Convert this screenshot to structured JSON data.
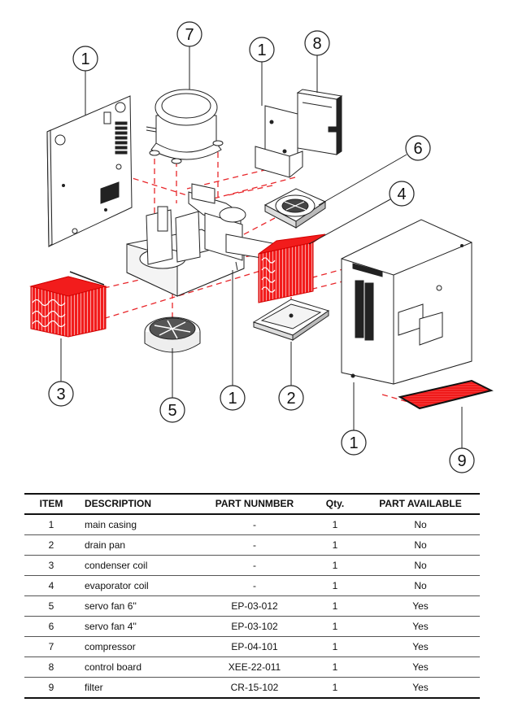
{
  "callouts": {
    "c1a": "1",
    "c7": "7",
    "c1b": "1",
    "c8": "8",
    "c6": "6",
    "c4": "4",
    "c3": "3",
    "c5": "5",
    "c1c": "1",
    "c2": "2",
    "c1d": "1",
    "c9": "9"
  },
  "table": {
    "headers": [
      "ITEM",
      "DESCRIPTION",
      "PART NUNMBER",
      "Qty.",
      "PART AVAILABLE"
    ],
    "rows": [
      [
        "1",
        "main casing",
        "-",
        "1",
        "No"
      ],
      [
        "2",
        "drain pan",
        "-",
        "1",
        "No"
      ],
      [
        "3",
        "condenser coil",
        "-",
        "1",
        "No"
      ],
      [
        "4",
        "evaporator coil",
        "-",
        "1",
        "No"
      ],
      [
        "5",
        "servo fan 6''",
        "EP-03-012",
        "1",
        "Yes"
      ],
      [
        "6",
        "servo fan 4''",
        "EP-03-102",
        "1",
        "Yes"
      ],
      [
        "7",
        "compressor",
        "EP-04-101",
        "1",
        "Yes"
      ],
      [
        "8",
        "control board",
        "XEE-22-011",
        "1",
        "Yes"
      ],
      [
        "9",
        "filter",
        "CR-15-102",
        "1",
        "Yes"
      ]
    ]
  },
  "colors": {
    "highlight": "#f21c1c",
    "line": "#222222",
    "dash": "#e8262a"
  }
}
